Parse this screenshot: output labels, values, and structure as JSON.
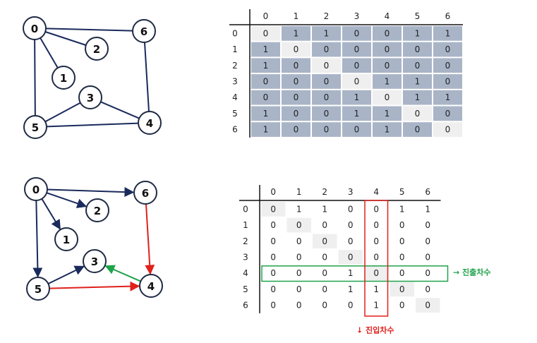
{
  "labels": [
    "0",
    "1",
    "2",
    "3",
    "4",
    "5",
    "6"
  ],
  "colors": {
    "navy": "#1a2a5c",
    "red": "#e0201b",
    "green": "#1fa34a",
    "cell": "#a9b4c7",
    "diag": "#efefef"
  },
  "undirected": {
    "edges": [
      [
        0,
        1
      ],
      [
        0,
        2
      ],
      [
        0,
        5
      ],
      [
        0,
        6
      ],
      [
        3,
        4
      ],
      [
        3,
        5
      ],
      [
        4,
        5
      ],
      [
        4,
        6
      ]
    ],
    "matrix": [
      [
        0,
        1,
        1,
        0,
        0,
        1,
        1
      ],
      [
        1,
        0,
        0,
        0,
        0,
        0,
        0
      ],
      [
        1,
        0,
        0,
        0,
        0,
        0,
        0
      ],
      [
        0,
        0,
        0,
        0,
        1,
        1,
        0
      ],
      [
        0,
        0,
        0,
        1,
        0,
        1,
        1
      ],
      [
        1,
        0,
        0,
        1,
        1,
        0,
        0
      ],
      [
        1,
        0,
        0,
        0,
        1,
        0,
        0
      ]
    ]
  },
  "directed": {
    "edges": [
      {
        "from": 0,
        "to": 6,
        "color": "navy"
      },
      {
        "from": 0,
        "to": 2,
        "color": "navy"
      },
      {
        "from": 0,
        "to": 1,
        "color": "navy"
      },
      {
        "from": 0,
        "to": 5,
        "color": "navy"
      },
      {
        "from": 5,
        "to": 3,
        "color": "navy"
      },
      {
        "from": 4,
        "to": 3,
        "color": "green"
      },
      {
        "from": 6,
        "to": 4,
        "color": "red"
      },
      {
        "from": 5,
        "to": 4,
        "color": "red"
      }
    ],
    "matrix": [
      [
        0,
        1,
        1,
        0,
        0,
        1,
        1
      ],
      [
        0,
        0,
        0,
        0,
        0,
        0,
        0
      ],
      [
        0,
        0,
        0,
        0,
        0,
        0,
        0
      ],
      [
        0,
        0,
        0,
        0,
        0,
        0,
        0
      ],
      [
        0,
        0,
        0,
        1,
        0,
        0,
        0
      ],
      [
        0,
        0,
        0,
        1,
        1,
        0,
        0
      ],
      [
        0,
        0,
        0,
        0,
        1,
        0,
        0
      ]
    ],
    "highlight_row": 4,
    "highlight_col": 4
  },
  "annotations": {
    "outdegree": "→ 진출차수",
    "indegree": "↓ 진입차수"
  }
}
